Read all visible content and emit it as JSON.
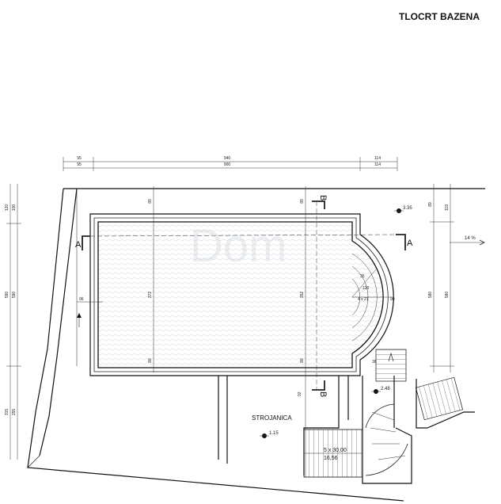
{
  "title": "TLOCRT BAZENA",
  "dimensions": {
    "top_row1": [
      "95",
      "940",
      "114"
    ],
    "top_row2": [
      "95",
      "900",
      "114"
    ],
    "left_upper": [
      "120",
      "100"
    ],
    "left_mid": [
      "590",
      "590"
    ],
    "left_lower": [
      "315",
      "255"
    ],
    "pool_left": "89",
    "pool_depth": "372",
    "pool_right": "89",
    "pool_inner": "352",
    "side_small": "96",
    "right_upper": [
      "89",
      "119"
    ],
    "right_mid": [
      "580",
      "580"
    ],
    "step_text": "4 x 21",
    "radius": "120",
    "small_a": "35",
    "small_b": "38",
    "small_c": "92",
    "stair_bottom": "90"
  },
  "levels": {
    "pool_corner": "3.35",
    "stair_top": "2.48",
    "machine_room": "1.15"
  },
  "labels": {
    "machine_room": "STROJANICA",
    "slope": "14 %",
    "stair_info_1": "5 x 30,00",
    "stair_info_2": "16,56"
  },
  "sections": {
    "a_left": "A",
    "a_right": "A",
    "b_top": "B",
    "b_bottom": "B"
  },
  "watermark": "Dom"
}
